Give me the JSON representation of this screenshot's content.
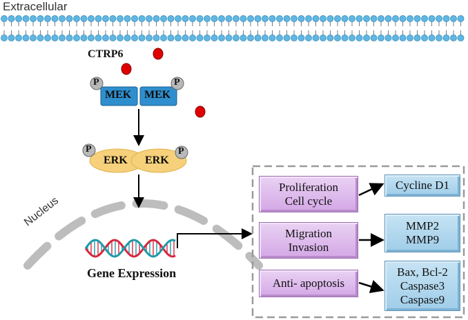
{
  "labels": {
    "extracellular": "Extracellular",
    "ctrp6": "CTRP6",
    "nucleus": "Nucleus",
    "gene_expression": "Gene Expression",
    "phospho": "P",
    "mek": "MEK",
    "erk": "ERK"
  },
  "outcomes": [
    {
      "process_lines": [
        "Proliferation",
        "Cell cycle"
      ],
      "target_lines": [
        "Cycline D1"
      ]
    },
    {
      "process_lines": [
        "Migration",
        "Invasion"
      ],
      "target_lines": [
        "MMP2",
        "MMP9"
      ]
    },
    {
      "process_lines": [
        "Anti- apoptosis"
      ],
      "target_lines": [
        "Bax, Bcl-2",
        "Caspase3",
        "Caspase9"
      ]
    }
  ],
  "colors": {
    "membrane": "#5fb7e3",
    "ctrp6_dot": "#e00000",
    "mek": "#2f8fce",
    "erk": "#f6d07a",
    "phospho": "#b9b9b9",
    "nucleus_membrane": "#bdbdbd",
    "dna_red": "#d7263d",
    "dna_teal": "#1e9aa8",
    "process_box": "#dcb3ea",
    "target_box": "#a9d3ec",
    "dashed_frame": "#9a9a9a"
  }
}
